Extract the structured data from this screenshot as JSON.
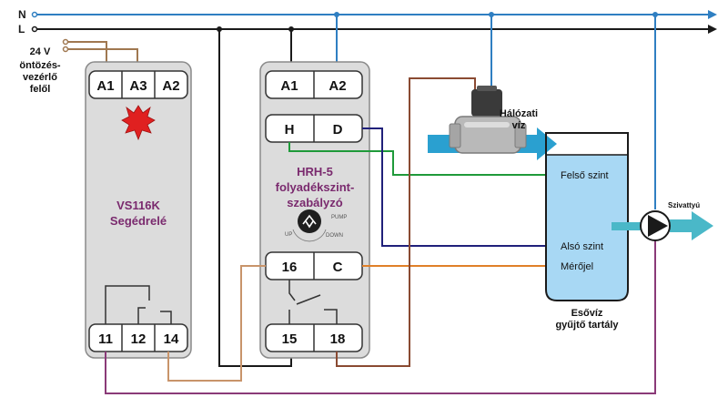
{
  "lines": {
    "neutral": "N",
    "live": "L"
  },
  "source": {
    "voltage": "24 V",
    "line1": "öntözés-",
    "line2": "vezérlő",
    "line3": "felől"
  },
  "relay": {
    "terminals_top": [
      "A1",
      "A3",
      "A2"
    ],
    "terminals_bottom": [
      "11",
      "12",
      "14"
    ],
    "name": "VS116K",
    "subtitle": "Segédrelé"
  },
  "controller": {
    "terminals_top": [
      "A1",
      "A2"
    ],
    "terminals_probe": [
      "H",
      "D"
    ],
    "terminals_out": [
      "16",
      "C"
    ],
    "terminals_bottom": [
      "15",
      "18"
    ],
    "name": "HRH-5",
    "subtitle1": "folyadékszint-",
    "subtitle2": "szabályzó",
    "knob": {
      "pump": "PUMP",
      "up": "UP",
      "down": "DOWN"
    }
  },
  "valve": {
    "label1": "Hálózati",
    "label2": "víz"
  },
  "tank": {
    "upper": "Felső szint",
    "lower": "Alsó szint",
    "probe": "Mérőjel",
    "title1": "Esővíz",
    "title2": "gyűjtő tartály"
  },
  "pump": {
    "label": "Szivattyú"
  },
  "colors": {
    "neutral": "#2f7fc2",
    "live": "#1a1a1a",
    "source": "#a07850",
    "green": "#1f9a3a",
    "navy": "#20207a",
    "orange": "#e08028",
    "brown": "#8a4a32",
    "tan": "#c8946a",
    "purple": "#8a3a78",
    "water": "#a8d8f4",
    "arrow": "#2aa0d0",
    "flame": "#e02020"
  }
}
